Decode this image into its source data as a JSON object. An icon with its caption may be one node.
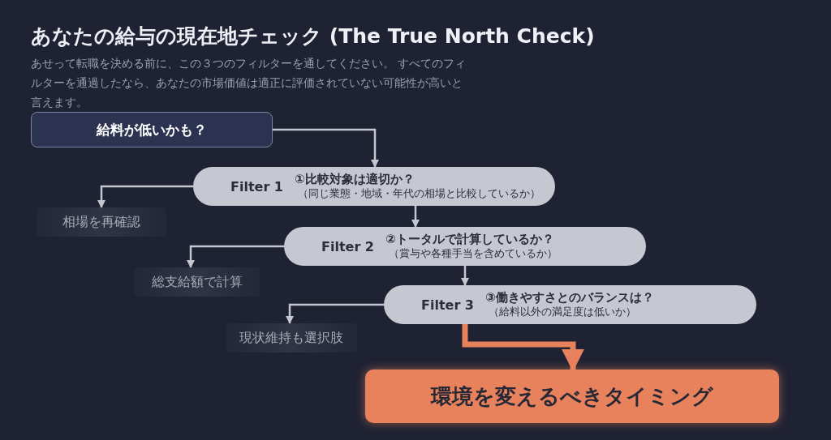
{
  "diagram": {
    "title": "あなたの給与の現在地チェック (The True North Check)",
    "caption": "あせって転職を決める前に、この３つのフィルターを通してください。 すべてのフィルターを通過したなら、あなたの市場価値は適正に評価されていない可能性が高いと言えます。",
    "nodes": [
      {
        "text": [
          "給料が低いかも？"
        ]
      },
      {
        "text": [
          "Filter 1",
          "①比較対象は適切か？",
          "（同じ業態・地域・年代の相場と比較しているか）"
        ]
      },
      {
        "text": [
          "相場を再確認"
        ]
      },
      {
        "text": [
          "Filter 2",
          "②トータルで計算しているか？",
          "（賞与や各種手当を含めているか）"
        ]
      },
      {
        "text": [
          "総支給額で計算"
        ]
      },
      {
        "text": [
          "Filter 3",
          "③働きやすさとのバランスは？",
          "（給料以外の満足度は低いか）"
        ]
      },
      {
        "text": [
          "現状維持も選択肢"
        ]
      },
      {
        "text": [
          "環境を変えるべきタイミング"
        ]
      }
    ],
    "edges": [
      {
        "from": 0,
        "to": 1,
        "arrow": "to"
      },
      {
        "from": 1,
        "to": 2,
        "arrow": "to"
      },
      {
        "from": 1,
        "to": 3,
        "arrow": "to"
      },
      {
        "from": 3,
        "to": 4,
        "arrow": "to"
      },
      {
        "from": 3,
        "to": 5,
        "arrow": "to"
      },
      {
        "from": 5,
        "to": 6,
        "arrow": "to"
      },
      {
        "from": 5,
        "to": 7,
        "arrow": "to",
        "style": "thick",
        "color": "#e8825d"
      }
    ]
  }
}
